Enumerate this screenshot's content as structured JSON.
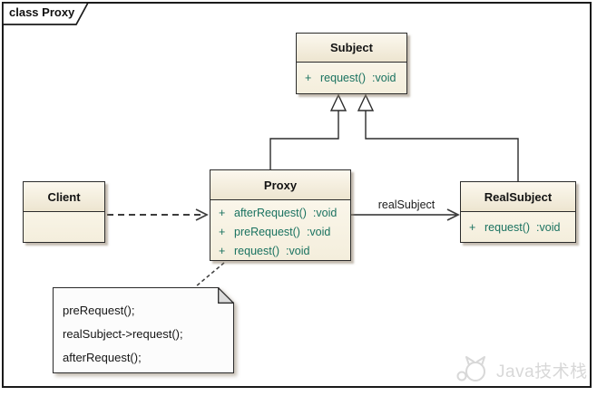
{
  "frame": {
    "label": "class Proxy"
  },
  "classes": {
    "subject": {
      "name": "Subject",
      "members": [
        {
          "vis": "+",
          "sig": "request()",
          "type": ":void"
        }
      ]
    },
    "client": {
      "name": "Client",
      "members": []
    },
    "proxy": {
      "name": "Proxy",
      "members": [
        {
          "vis": "+",
          "sig": "afterRequest()",
          "type": ":void"
        },
        {
          "vis": "+",
          "sig": "preRequest()",
          "type": ":void"
        },
        {
          "vis": "+",
          "sig": "request()",
          "type": ":void"
        }
      ]
    },
    "realsubject": {
      "name": "RealSubject",
      "members": [
        {
          "vis": "+",
          "sig": "request()",
          "type": ":void"
        }
      ]
    }
  },
  "connectors": {
    "association_label": "realSubject"
  },
  "note": {
    "lines": [
      "preRequest();",
      "realSubject->request();",
      "afterRequest();"
    ]
  },
  "watermark": {
    "text": "Java技术栈"
  },
  "colors": {
    "teal": "#1A7260",
    "border": "#2B2B2B",
    "frame": "#1A1A1A",
    "line": "#2B2B2B",
    "header_top": "#FCF8EE",
    "header_bottom": "#EDE5D0",
    "body_top": "#FDFAF1",
    "body_bottom": "#F4EEDC",
    "note_fill": "#FCFCFC",
    "fold_fill": "#DCDCDC",
    "shadow": "rgba(145,132,112,0.55)",
    "watermark": "#D8D8D8"
  }
}
